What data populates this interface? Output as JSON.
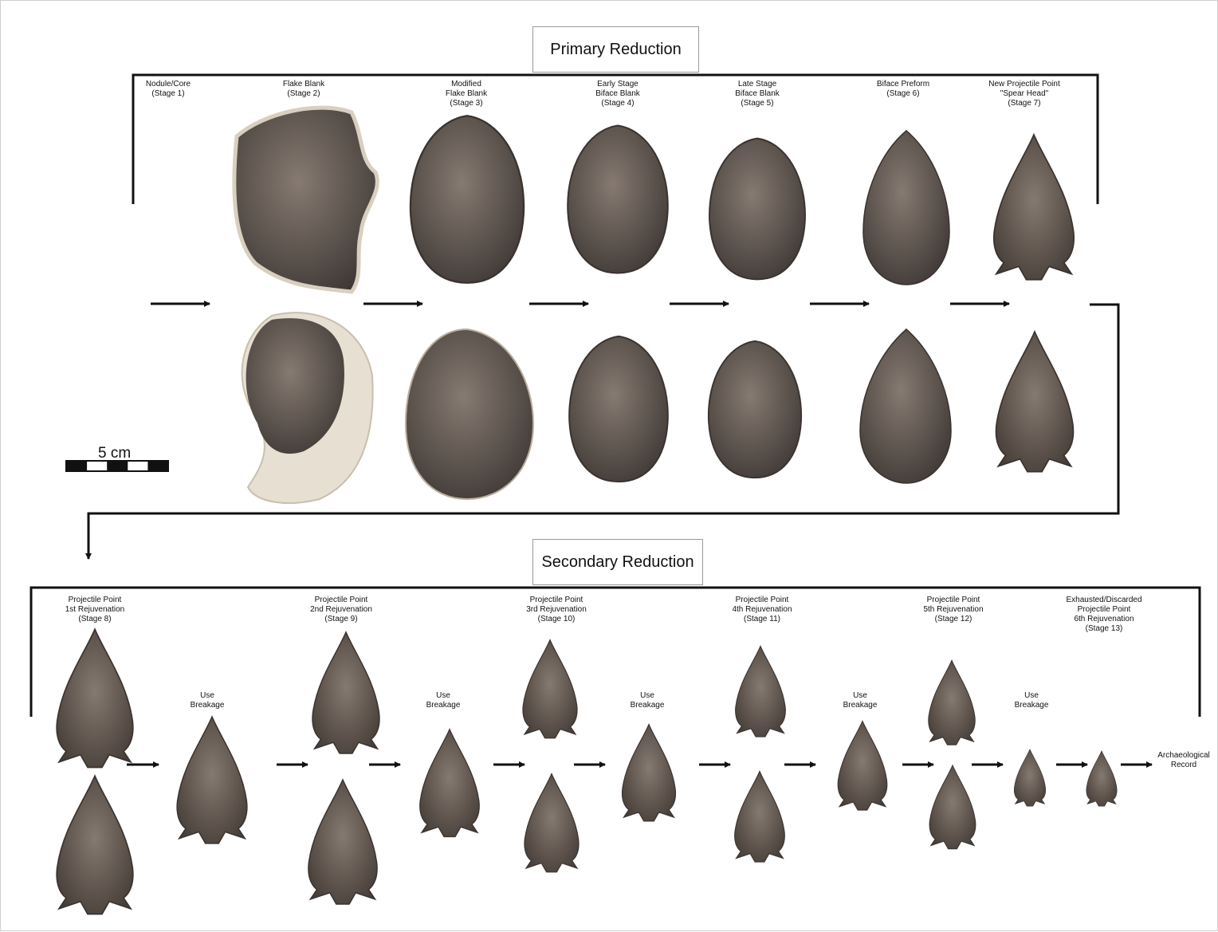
{
  "primary_title": "Primary Reduction",
  "secondary_title": "Secondary Reduction",
  "scale_label": "5 cm",
  "primary_stages": [
    "Nodule/Core\n(Stage 1)",
    "Flake Blank\n(Stage 2)",
    "Modified\nFlake Blank\n(Stage 3)",
    "Early Stage\nBiface Blank\n(Stage 4)",
    "Late Stage\nBiface Blank\n(Stage 5)",
    "Biface Preform\n(Stage 6)",
    "New Projectile Point\n\"Spear Head\"\n(Stage 7)"
  ],
  "secondary_stages": [
    "Projectile Point\n1st Rejuvenation\n(Stage 8)",
    "Projectile Point\n2nd Rejuvenation\n(Stage 9)",
    "Projectile Point\n3rd Rejuvenation\n(Stage 10)",
    "Projectile Point\n4th Rejuvenation\n(Stage 11)",
    "Projectile Point\n5th Rejuvenation\n(Stage 12)",
    "Exhausted/Discarded\nProjectile Point\n6th Rejuvenation\n(Stage 13)"
  ],
  "use_breakage_label": "Use\nBreakage",
  "final_label": "Archaeological\nRecord",
  "colors": {
    "stone_dark": "#4e4743",
    "stone_mid": "#6d625a",
    "cortex": "#e9e3d6",
    "line": "#111111"
  }
}
